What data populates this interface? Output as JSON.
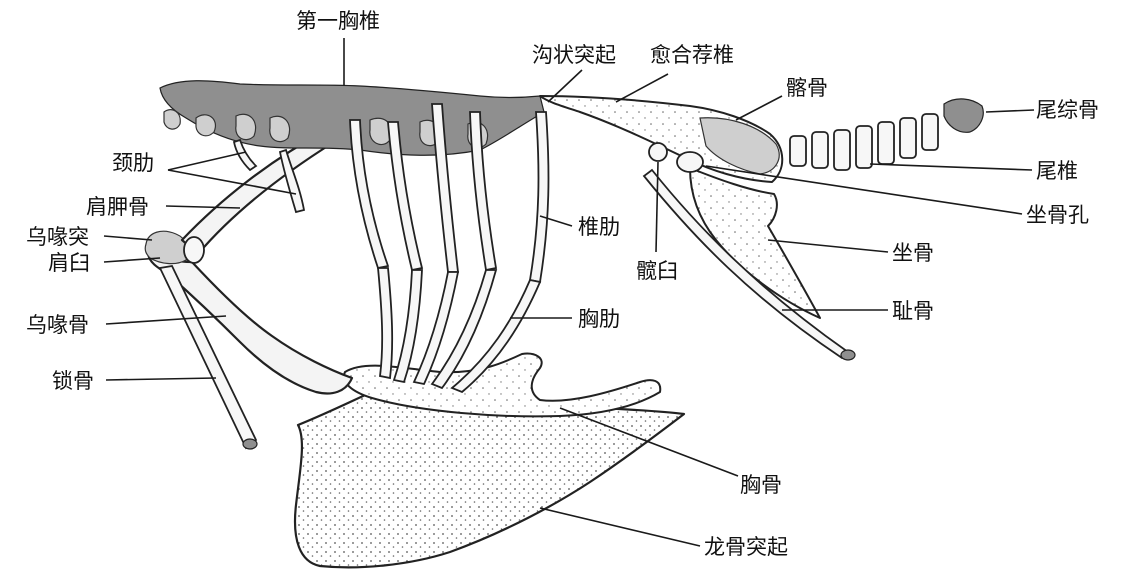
{
  "figure": {
    "labels": {
      "first_thoracic_vertebra": "第一胸椎",
      "groove_process": "沟状突起",
      "synsacrum": "愈合荐椎",
      "ilium": "髂骨",
      "pygostyle": "尾综骨",
      "caudal_vertebra": "尾椎",
      "ischial_foramen": "坐骨孔",
      "ischium": "坐骨",
      "pubis": "耻骨",
      "acetabulum": "髋臼",
      "vertebral_rib": "椎肋",
      "sternal_rib": "胸肋",
      "sternum": "胸骨",
      "keel": "龙骨突起",
      "cervical_rib": "颈肋",
      "scapula": "肩胛骨",
      "acrocoracoid": "乌喙突",
      "glenoid": "肩臼",
      "coracoid": "乌喙骨",
      "clavicle": "锁骨"
    }
  }
}
